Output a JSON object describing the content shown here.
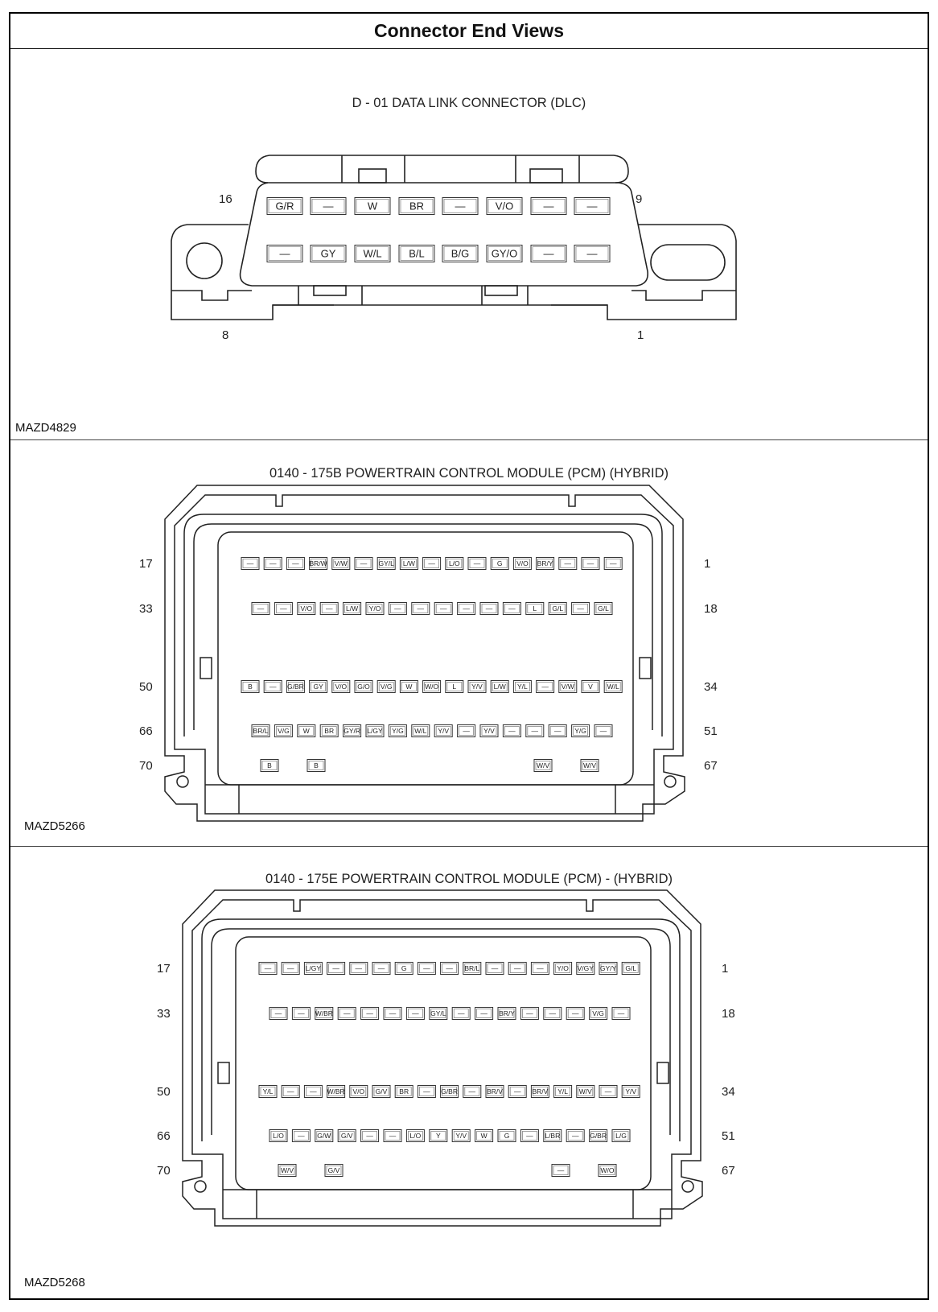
{
  "header": {
    "title": "Connector End Views"
  },
  "connectors": [
    {
      "title": "D - 01 DATA LINK CONNECTOR (DLC)",
      "figure_id": "MAZD4829",
      "pin_labels": {
        "top_left": "16",
        "top_right": "9",
        "bottom_left": "8",
        "bottom_right": "1"
      },
      "rows": [
        [
          "G/R",
          "—",
          "W",
          "BR",
          "—",
          "V/O",
          "—",
          "—"
        ],
        [
          "—",
          "GY",
          "W/L",
          "B/L",
          "B/G",
          "GY/O",
          "—",
          "—"
        ]
      ]
    },
    {
      "title": "0140 - 175B POWERTRAIN CONTROL MODULE (PCM) (HYBRID)",
      "figure_id": "MAZD5266",
      "row_labels": [
        {
          "left": "17",
          "right": "1"
        },
        {
          "left": "33",
          "right": "18"
        },
        {
          "left": "50",
          "right": "34"
        },
        {
          "left": "66",
          "right": "51"
        },
        {
          "left": "70",
          "right": "67"
        }
      ],
      "rows": [
        [
          "—",
          "—",
          "—",
          "BR/W",
          "V/W",
          "—",
          "GY/L",
          "L/W",
          "—",
          "L/O",
          "—",
          "G",
          "V/O",
          "BR/Y",
          "—",
          "—",
          "—"
        ],
        [
          "—",
          "—",
          "V/O",
          "—",
          "L/W",
          "Y/O",
          "—",
          "—",
          "—",
          "—",
          "—",
          "—",
          "L",
          "G/L",
          "—",
          "G/L"
        ],
        [
          "B",
          "—",
          "G/BR",
          "GY",
          "V/O",
          "G/O",
          "V/G",
          "W",
          "W/O",
          "L",
          "Y/V",
          "L/W",
          "Y/L",
          "—",
          "V/W",
          "V",
          "W/L"
        ],
        [
          "BR/L",
          "V/G",
          "W",
          "BR",
          "GY/R",
          "L/GY",
          "Y/G",
          "W/L",
          "Y/V",
          "—",
          "Y/V",
          "—",
          "—",
          "—",
          "Y/G",
          "—"
        ],
        [
          "B",
          "B",
          "W/V",
          "W/V"
        ]
      ]
    },
    {
      "title": "0140 - 175E POWERTRAIN CONTROL MODULE (PCM) - (HYBRID)",
      "figure_id": "MAZD5268",
      "row_labels": [
        {
          "left": "17",
          "right": "1"
        },
        {
          "left": "33",
          "right": "18"
        },
        {
          "left": "50",
          "right": "34"
        },
        {
          "left": "66",
          "right": "51"
        },
        {
          "left": "70",
          "right": "67"
        }
      ],
      "rows": [
        [
          "—",
          "—",
          "L/GY",
          "—",
          "—",
          "—",
          "G",
          "—",
          "—",
          "BR/L",
          "—",
          "—",
          "—",
          "Y/O",
          "V/GY",
          "GY/Y",
          "G/L"
        ],
        [
          "—",
          "—",
          "W/BR",
          "—",
          "—",
          "—",
          "—",
          "GY/L",
          "—",
          "—",
          "BR/Y",
          "—",
          "—",
          "—",
          "V/G",
          "—"
        ],
        [
          "Y/L",
          "—",
          "—",
          "W/BR",
          "V/O",
          "G/V",
          "BR",
          "—",
          "G/BR",
          "—",
          "BR/V",
          "—",
          "BR/V",
          "Y/L",
          "W/V",
          "—",
          "Y/V"
        ],
        [
          "L/O",
          "—",
          "G/W",
          "G/V",
          "—",
          "—",
          "L/O",
          "Y",
          "Y/V",
          "W",
          "G",
          "—",
          "L/BR",
          "—",
          "G/BR",
          "L/G"
        ],
        [
          "W/V",
          "G/V",
          "—",
          "W/O"
        ]
      ]
    }
  ]
}
